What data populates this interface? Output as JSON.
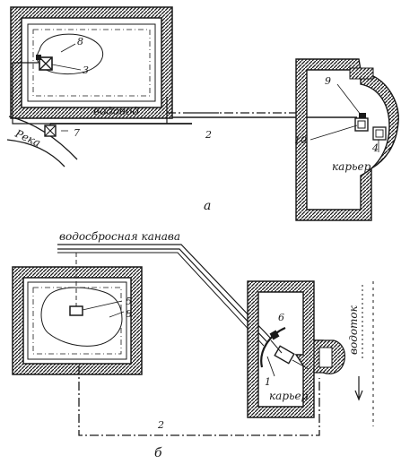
{
  "diagram_a": {
    "caption": "а",
    "labels": {
      "water_pipe": "водовод",
      "river": "Река",
      "quarry": "карьер"
    },
    "numbers": {
      "pond": "8",
      "pump_station": "3",
      "intake": "7",
      "pipeline": "2",
      "sump_pipe": "9",
      "sump": "10",
      "quarry_pump": "4"
    }
  },
  "diagram_b": {
    "caption": "б",
    "labels": {
      "spillway_channel": "водосбросная канава",
      "quarry": "карьер",
      "drain": "водоток"
    },
    "numbers": {
      "pump_station": "5",
      "pond": "8",
      "screen": "6",
      "quarry_pump": "1",
      "pipeline": "2"
    }
  }
}
